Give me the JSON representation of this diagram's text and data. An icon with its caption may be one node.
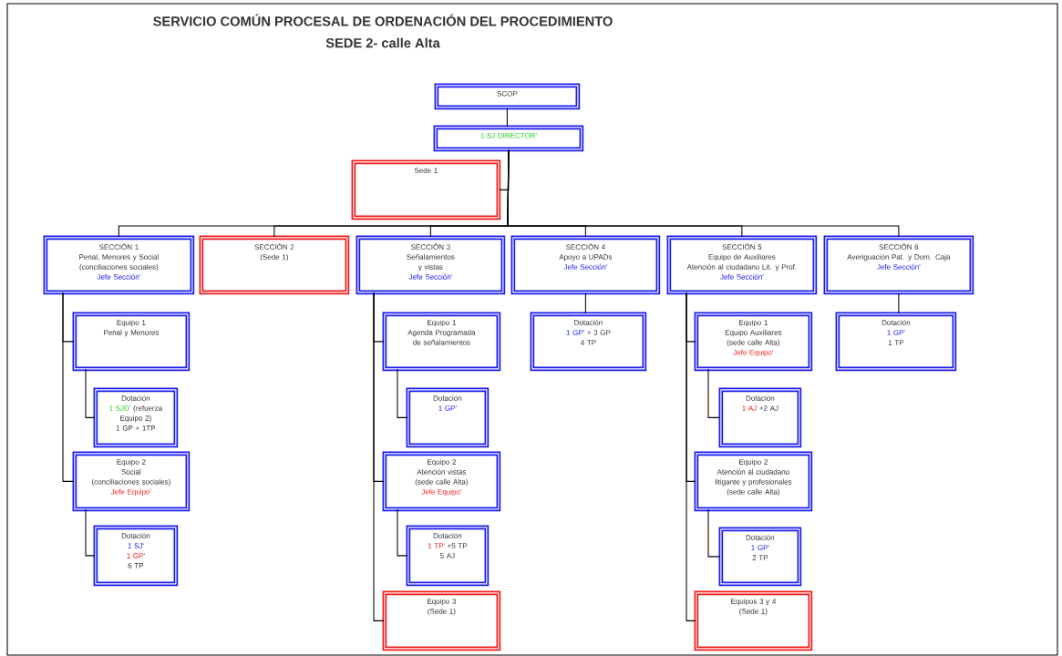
{
  "diagram": {
    "title": "SERVICIO COMÚN PROCESAL DE ORDENACIÓN DEL PROCEDIMIENTO",
    "nodes": [
      {
        "text": [
          "SCOP"
        ]
      },
      {
        "text": [
          "1 SJ DIRECTOR'"
        ]
      },
      {
        "text": [
          "Sede 1"
        ]
      },
      {
        "text": [
          "SECCIÓN 1",
          "Penal, Menores y Social (conciliaciones sociales)",
          "Jefe Sección'"
        ]
      },
      {
        "text": [
          "SECCIÓN 2",
          "(Sede 1)"
        ]
      },
      {
        "text": [
          "SECCIÓN 3",
          "Señalamientos y vistas",
          "Jefe Sección'"
        ]
      },
      {
        "text": [
          "SECCIÓN 4",
          "Apoyo a UPADs",
          "Jefe Sección'"
        ]
      },
      {
        "text": [
          "SECCIÓN 5",
          "Equipo de Auxiliares",
          "Atención al ciudadano Lit. y Prof.",
          "Jefe Sección'"
        ]
      },
      {
        "text": [
          "SECCIÓN 6",
          "Averiguación Pat. y Dom. Caja",
          "Jefe Sección'"
        ]
      },
      {
        "text": [
          "Equipo 1",
          "Penal y Menores"
        ]
      },
      {
        "text": [
          "Dotación",
          "1 SJD'",
          "(refuerza Equipo 2)",
          "1 GP + 1TP"
        ]
      },
      {
        "text": [
          "Equipo 2",
          "Social",
          "(conciliaciones sociales)",
          "Jefe Equipo'"
        ]
      },
      {
        "text": [
          "Dotación",
          "1 SJ'",
          "1 GP'",
          "6 TP"
        ]
      },
      {
        "text": [
          "Equipo 1",
          "Agenda Programada de señalamientos"
        ]
      },
      {
        "text": [
          "Dotación",
          "1 GP'"
        ]
      },
      {
        "text": [
          "Equipo 2",
          "Atención vistas",
          "(sede calle Alta)",
          "Jefe Equipo'"
        ]
      },
      {
        "text": [
          "Dotación",
          "1 TP'",
          "+5 TP",
          "5 AJ"
        ]
      },
      {
        "text": [
          "Equipo 3",
          "(Sede 1)"
        ]
      },
      {
        "text": [
          "Dotación",
          "1 GP'",
          "+ 3 GP",
          "4 TP"
        ]
      },
      {
        "text": [
          "Equipo 1",
          "Equipo Auxiliares",
          "(sede calle Alta)",
          "Jefe Equipo'"
        ]
      },
      {
        "text": [
          "Dotación",
          "1 AJ",
          "+2 AJ"
        ]
      },
      {
        "text": [
          "Equipo 2",
          "Atención al ciudadano litigante y profesionales",
          "(sede calle Alta)"
        ]
      },
      {
        "text": [
          "Dotación",
          "1 GP'",
          "2 TP"
        ]
      },
      {
        "text": [
          "Equipos 3 y 4",
          "(Sede 1)"
        ]
      },
      {
        "text": [
          "Dotación",
          "1 GP'",
          "1 TP"
        ]
      }
    ],
    "edges": [
      {
        "from": 0,
        "to": 1,
        "arrow": "none"
      },
      {
        "from": 1,
        "to": 2,
        "arrow": "none"
      },
      {
        "from": 1,
        "to": 3,
        "arrow": "none"
      },
      {
        "from": 1,
        "to": 4,
        "arrow": "none"
      },
      {
        "from": 1,
        "to": 5,
        "arrow": "none"
      },
      {
        "from": 1,
        "to": 6,
        "arrow": "none"
      },
      {
        "from": 1,
        "to": 7,
        "arrow": "none"
      },
      {
        "from": 1,
        "to": 8,
        "arrow": "none"
      },
      {
        "from": 3,
        "to": 9,
        "arrow": "none"
      },
      {
        "from": 9,
        "to": 10,
        "arrow": "none"
      },
      {
        "from": 3,
        "to": 11,
        "arrow": "none"
      },
      {
        "from": 11,
        "to": 12,
        "arrow": "none"
      },
      {
        "from": 5,
        "to": 13,
        "arrow": "none"
      },
      {
        "from": 13,
        "to": 14,
        "arrow": "none"
      },
      {
        "from": 5,
        "to": 15,
        "arrow": "none"
      },
      {
        "from": 15,
        "to": 16,
        "arrow": "none"
      },
      {
        "from": 5,
        "to": 17,
        "arrow": "none"
      },
      {
        "from": 6,
        "to": 18,
        "arrow": "none"
      },
      {
        "from": 7,
        "to": 19,
        "arrow": "none"
      },
      {
        "from": 19,
        "to": 20,
        "arrow": "none"
      },
      {
        "from": 7,
        "to": 21,
        "arrow": "none"
      },
      {
        "from": 21,
        "to": 22,
        "arrow": "none"
      },
      {
        "from": 7,
        "to": 23,
        "arrow": "none"
      },
      {
        "from": 8,
        "to": 24,
        "arrow": "none"
      }
    ],
    "labels": [
      "SEDE 2- calle Alta"
    ]
  }
}
